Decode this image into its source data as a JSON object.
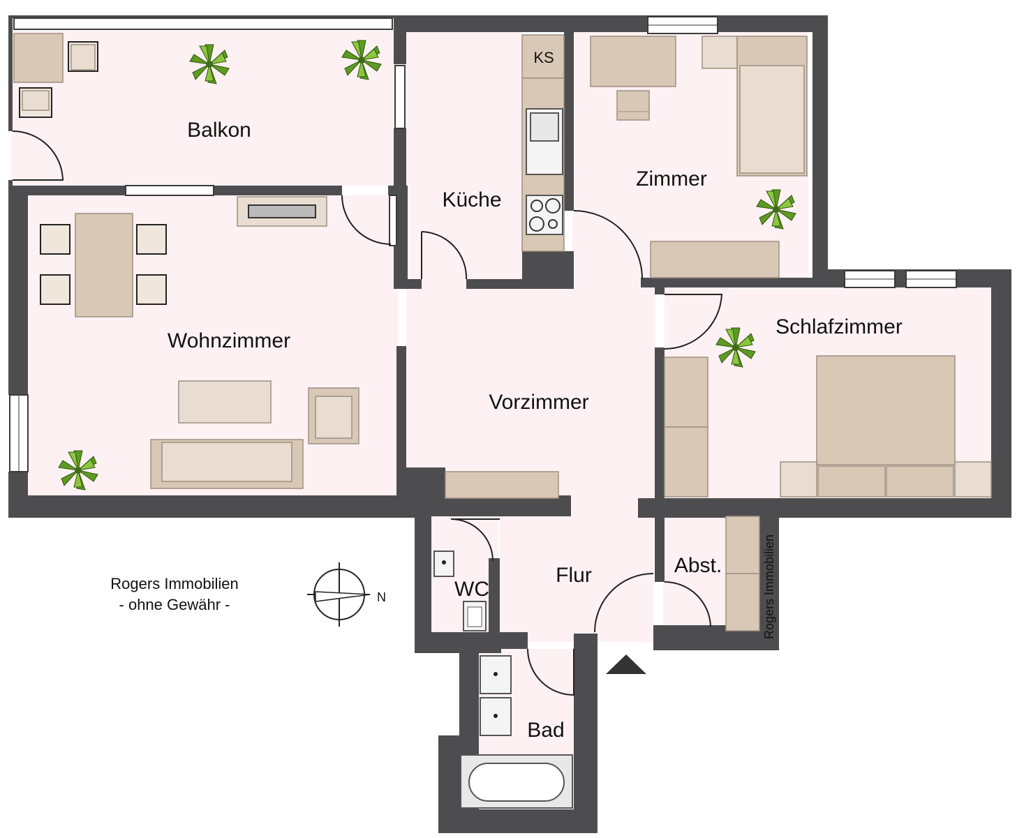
{
  "rooms": {
    "balkon": "Balkon",
    "kueche": "Küche",
    "zimmer": "Zimmer",
    "wohnzimmer": "Wohnzimmer",
    "vorzimmer": "Vorzimmer",
    "schlafzimmer": "Schlafzimmer",
    "flur": "Flur",
    "wc": "WC",
    "abst": "Abst.",
    "bad": "Bad"
  },
  "fixtures": {
    "ks": "KS"
  },
  "watermark": {
    "line1": "Rogers Immobilien",
    "line2": "- ohne Gewähr -",
    "vertical": "Rogers Immobilien"
  },
  "compass": {
    "north": "N"
  },
  "colors": {
    "wall": "#4d4d4f",
    "floor": "#fdf1f3",
    "furniture": "#d9c8b6",
    "plant": "#6aa52a"
  }
}
